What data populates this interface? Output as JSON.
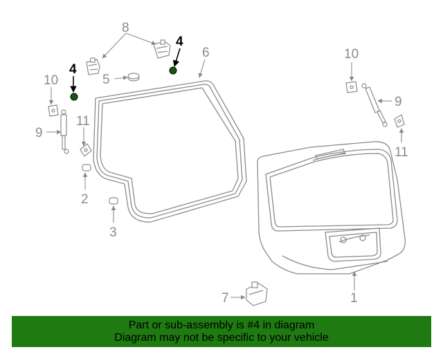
{
  "colors": {
    "line": "#8a8a8a",
    "highlight": "#0f5c0f",
    "banner_bg": "#1f7a12",
    "banner_text": "#000000"
  },
  "callouts": {
    "c1": "1",
    "c2": "2",
    "c3": "3",
    "c4a": "4",
    "c4b": "4",
    "c5": "5",
    "c6": "6",
    "c7": "7",
    "c8": "8",
    "c9a": "9",
    "c9b": "9",
    "c10a": "10",
    "c10b": "10",
    "c11a": "11",
    "c11b": "11"
  },
  "highlighted_part": "4",
  "banner": {
    "line1": "Part or sub-assembly is #4 in diagram",
    "line2": "Diagram may not be specific to your vehicle"
  }
}
